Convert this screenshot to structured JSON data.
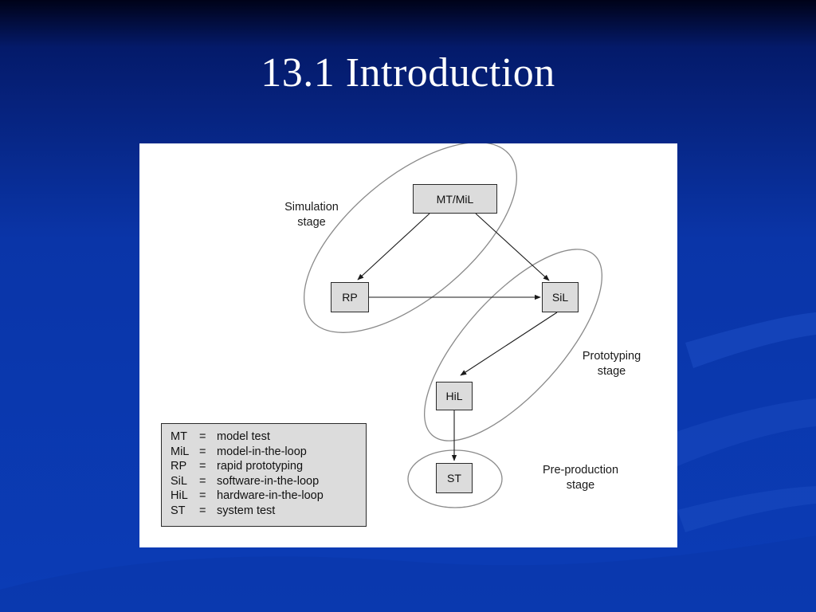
{
  "slide": {
    "title": "13.1 Introduction"
  },
  "colors": {
    "background_top": "#000218",
    "background_main": "#0b3cb6",
    "figure_background": "#ffffff",
    "box_fill": "#dcdcdc"
  },
  "diagram": {
    "nodes": {
      "mt_mil": "MT/MiL",
      "rp": "RP",
      "sil": "SiL",
      "hil": "HiL",
      "st": "ST"
    },
    "stages": {
      "simulation": [
        "Simulation",
        "stage"
      ],
      "prototyping": [
        "Prototyping",
        "stage"
      ],
      "preproduction": [
        "Pre-production",
        "stage"
      ]
    },
    "edges": [
      {
        "from": "MT/MiL",
        "to": "RP"
      },
      {
        "from": "MT/MiL",
        "to": "SiL"
      },
      {
        "from": "RP",
        "to": "SiL"
      },
      {
        "from": "SiL",
        "to": "HiL"
      },
      {
        "from": "HiL",
        "to": "ST"
      }
    ],
    "legend": [
      {
        "abbr": "MT",
        "eq": "=",
        "meaning": "model test"
      },
      {
        "abbr": "MiL",
        "eq": "=",
        "meaning": "model-in-the-loop"
      },
      {
        "abbr": "RP",
        "eq": "=",
        "meaning": "rapid prototyping"
      },
      {
        "abbr": "SiL",
        "eq": "=",
        "meaning": "software-in-the-loop"
      },
      {
        "abbr": "HiL",
        "eq": "=",
        "meaning": "hardware-in-the-loop"
      },
      {
        "abbr": "ST",
        "eq": "=",
        "meaning": "system test"
      }
    ]
  }
}
